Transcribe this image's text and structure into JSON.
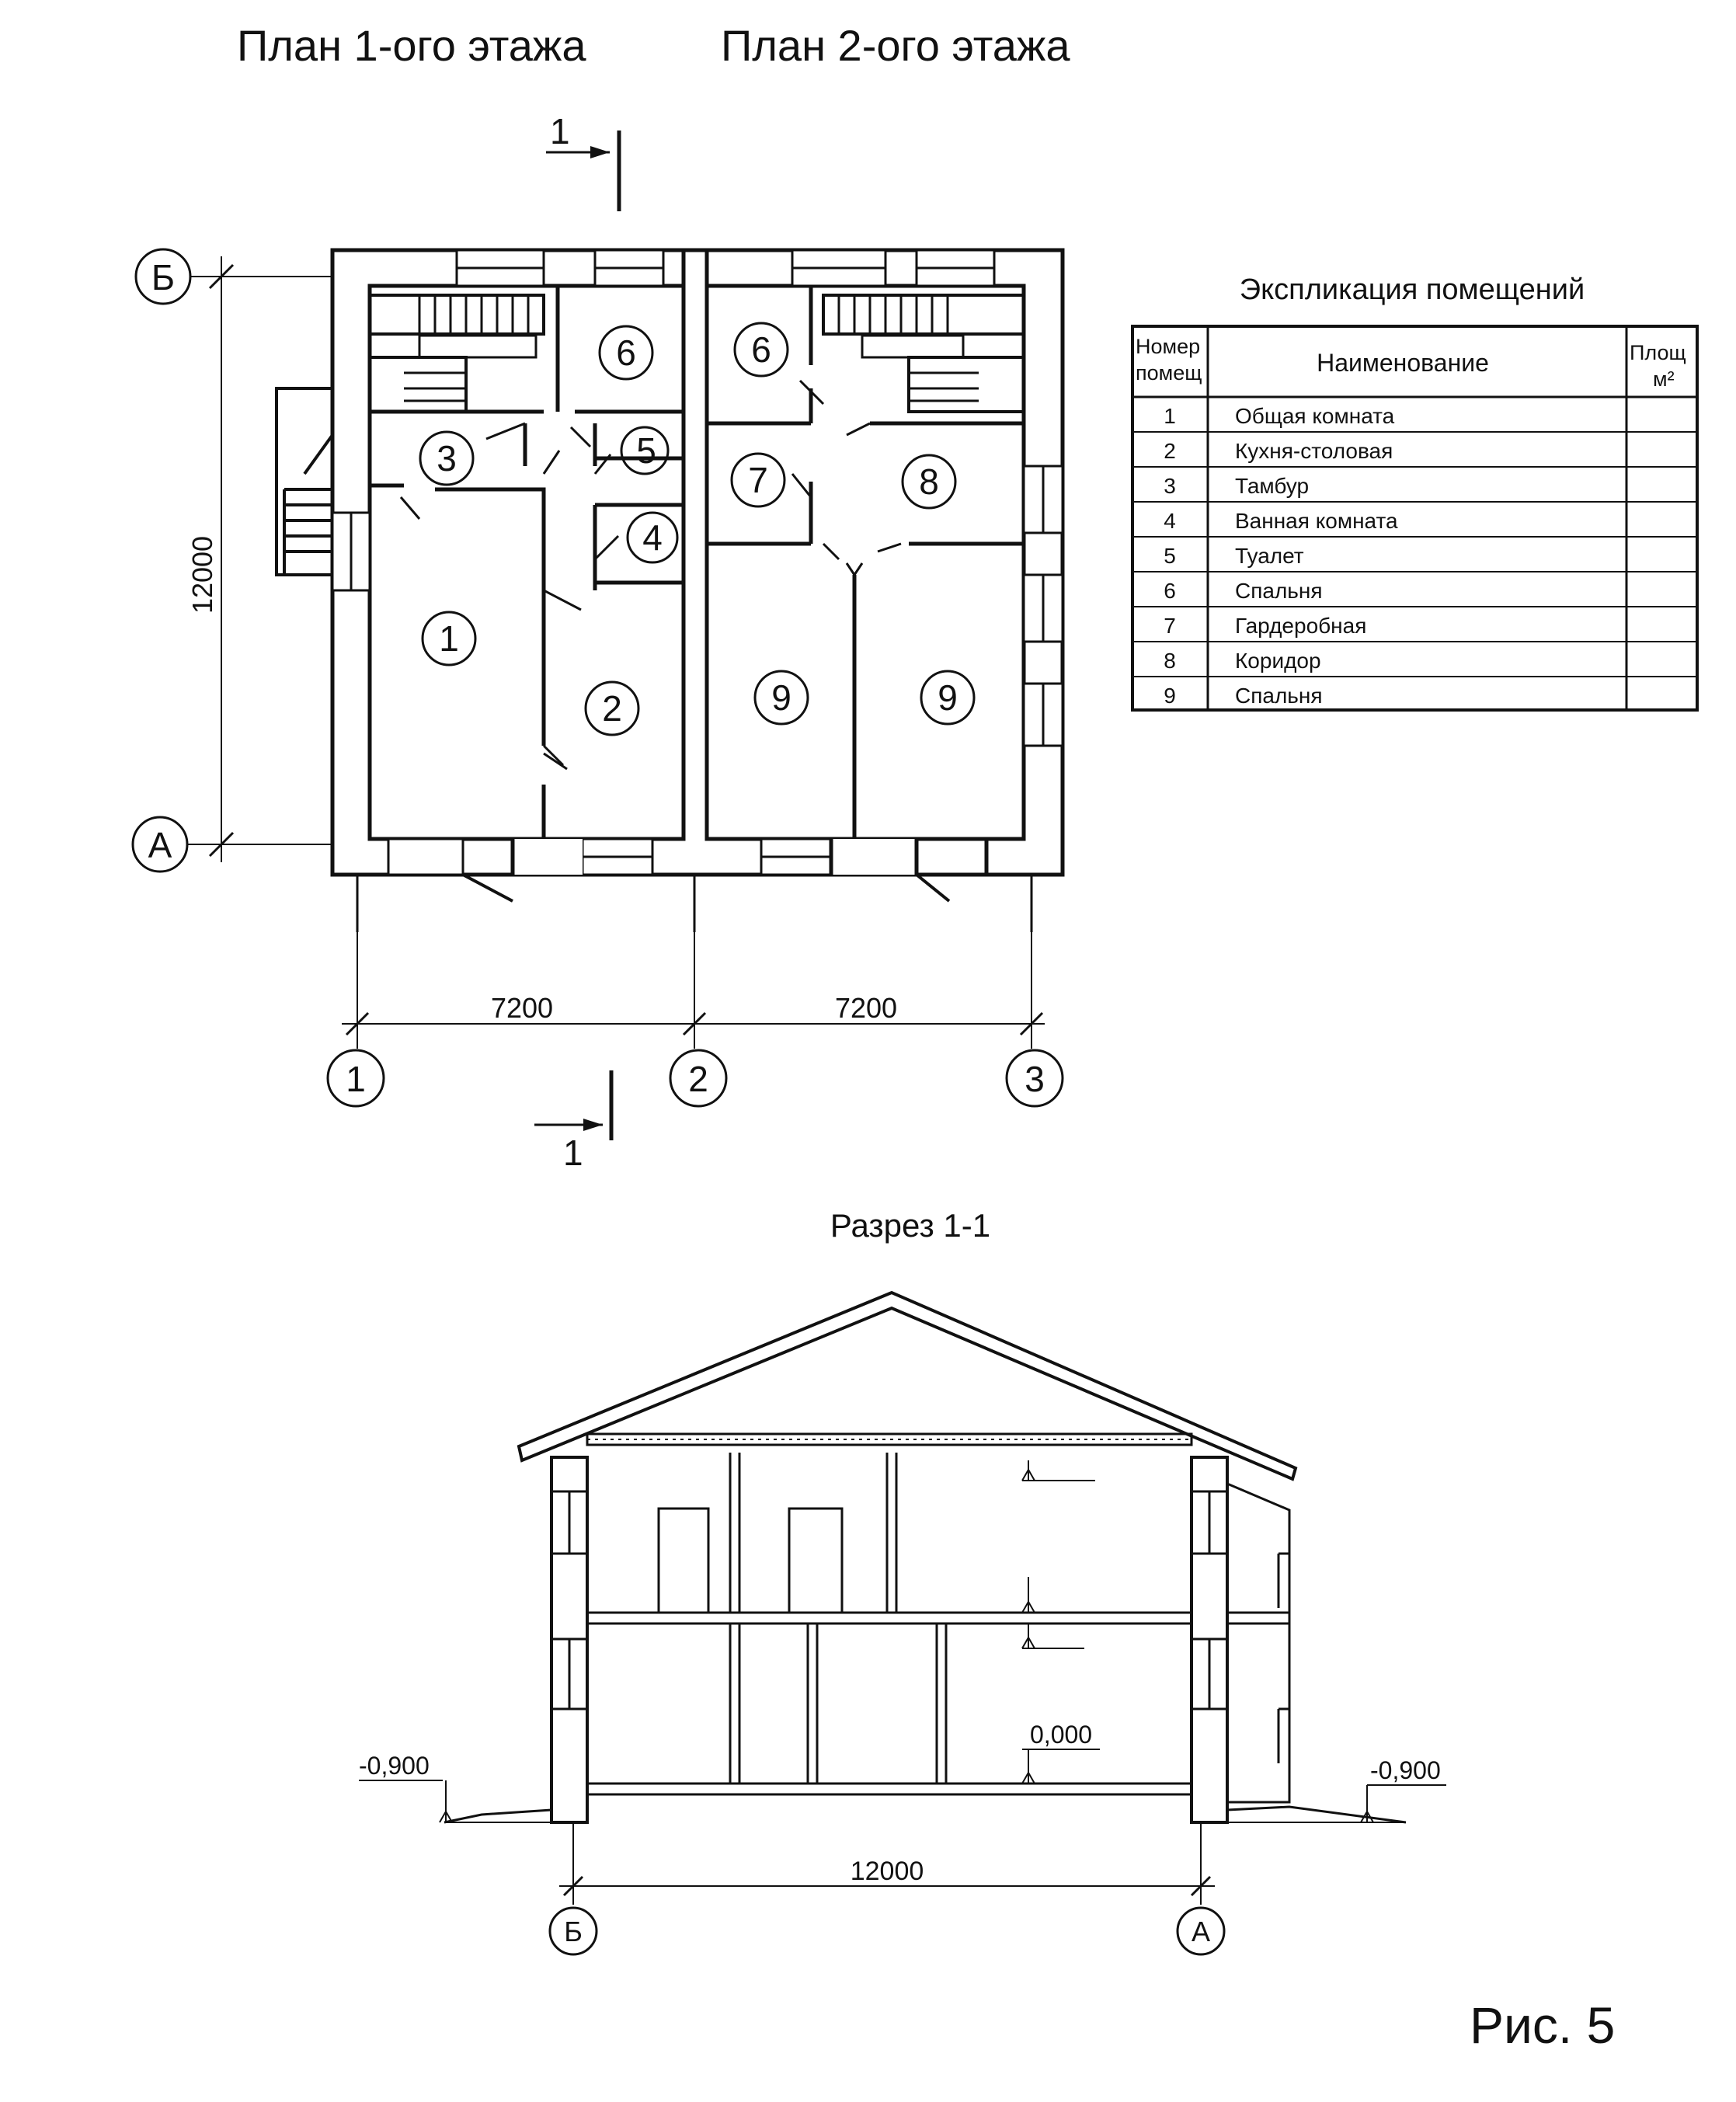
{
  "titles": {
    "plan1": "План 1-ого этажа",
    "plan2": "План 2-ого этажа",
    "section": "Разрез 1-1",
    "figure": "Рис. 5"
  },
  "plan": {
    "section_mark": "1",
    "axes_letters": [
      "Б",
      "А"
    ],
    "axes_numbers": [
      "1",
      "2",
      "3"
    ],
    "dim_height": "12000",
    "dim_span_1": "7200",
    "dim_span_2": "7200",
    "floor1_room_numbers": [
      "6",
      "3",
      "5",
      "4",
      "1",
      "2"
    ],
    "floor2_room_numbers": [
      "6",
      "7",
      "8",
      "9",
      "9"
    ]
  },
  "explication": {
    "title": "Экспликация помещений",
    "col_number_line1": "Номер",
    "col_number_line2": "помещ",
    "col_name": "Наименование",
    "col_area_line1": "Площ",
    "col_area_line2": "м²",
    "rows": [
      {
        "num": "1",
        "name": "Общая комната"
      },
      {
        "num": "2",
        "name": "Кухня-столовая"
      },
      {
        "num": "3",
        "name": "Тамбур"
      },
      {
        "num": "4",
        "name": "Ванная комната"
      },
      {
        "num": "5",
        "name": "Туалет"
      },
      {
        "num": "6",
        "name": "Спальня"
      },
      {
        "num": "7",
        "name": "Гардеробная"
      },
      {
        "num": "8",
        "name": "Коридор"
      },
      {
        "num": "9",
        "name": "Спальня"
      }
    ]
  },
  "section": {
    "level_zero": "0,000",
    "level_left": "-0,900",
    "level_right": "-0,900",
    "dim_width": "12000",
    "axis_left": "Б",
    "axis_right": "А"
  }
}
